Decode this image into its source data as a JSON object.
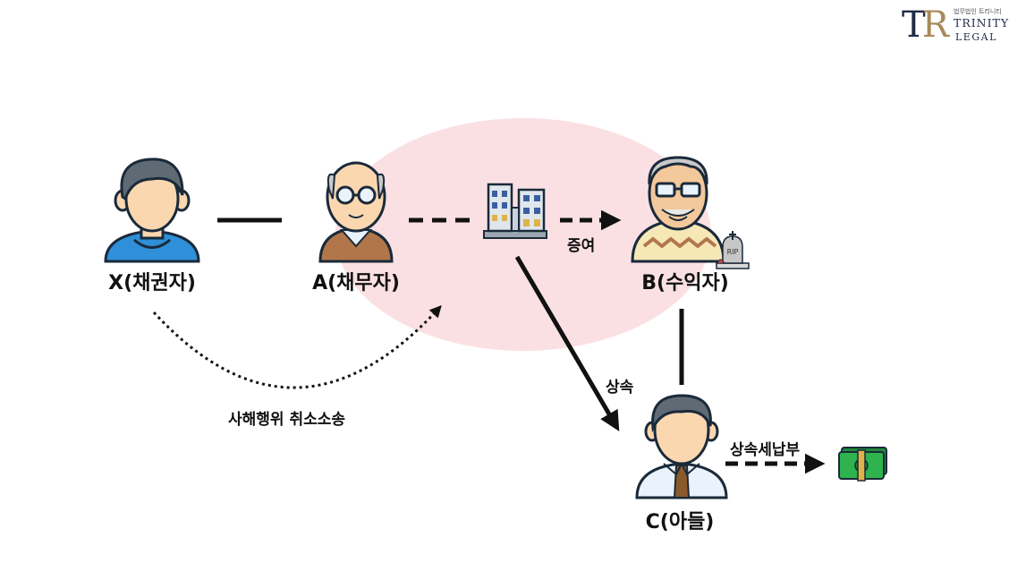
{
  "logo": {
    "monogram_t": "T",
    "monogram_r": "R",
    "small_text": "법무법인 트리니티",
    "name": "TRINITY",
    "sub": "LEGAL"
  },
  "people": {
    "x": {
      "label": "X(채권자)"
    },
    "a": {
      "label": "A(채무자)"
    },
    "b": {
      "label": "B(수익자)"
    },
    "c": {
      "label": "C(아들)"
    }
  },
  "edges": {
    "gift": "증여",
    "inherit": "상속",
    "tax": "상속세납부",
    "lawsuit": "사해행위 취소소송"
  },
  "tombstone_text": "RIP",
  "colors": {
    "highlight": "#fbe0e3",
    "skin": "#fbd7b0",
    "hair_dark": "#5f6a74",
    "hair_gray": "#c9c9c9",
    "shirt_blue": "#2f8fd8",
    "jacket_brown": "#b1774a",
    "tie_brown": "#8b5a2b",
    "money_green": "#2fb34f"
  }
}
